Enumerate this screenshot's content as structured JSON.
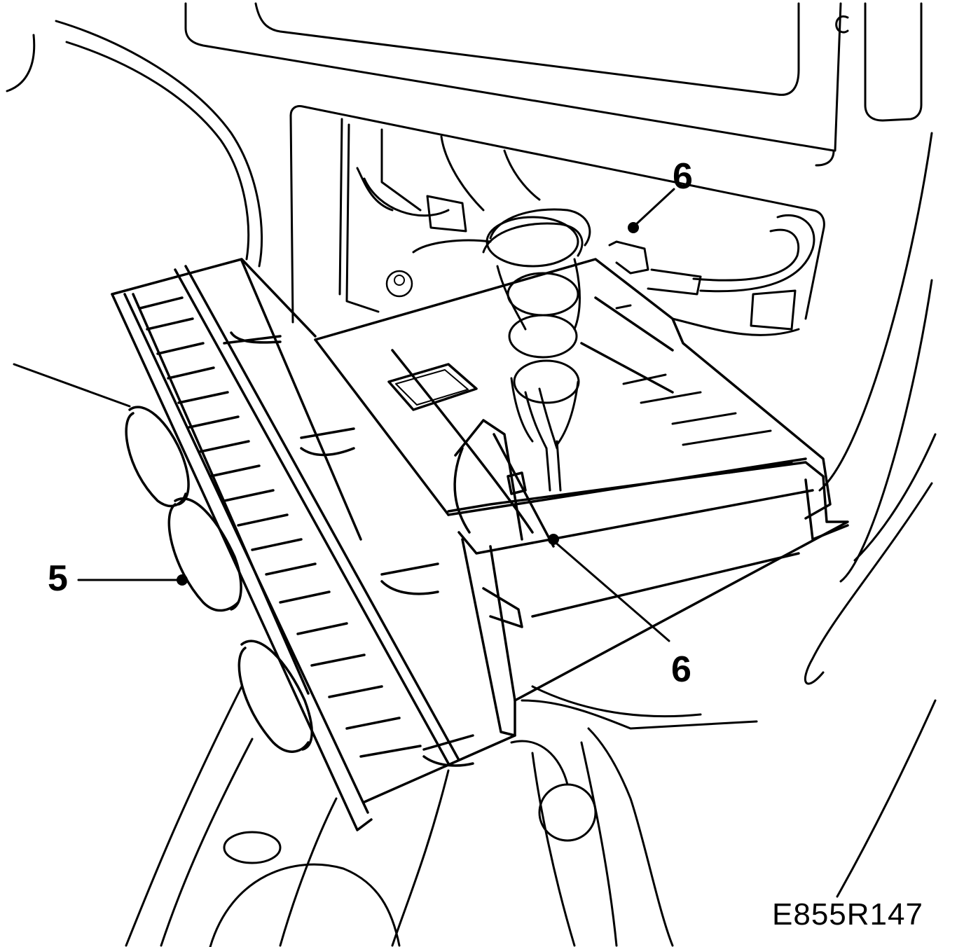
{
  "figure": {
    "code": "E855R147",
    "callouts": [
      {
        "id": "callout-5",
        "label": "5"
      },
      {
        "id": "callout-6-top",
        "label": "6"
      },
      {
        "id": "callout-6-bottom",
        "label": "6"
      }
    ]
  },
  "colors": {
    "line": "#000000",
    "background": "#ffffff"
  }
}
